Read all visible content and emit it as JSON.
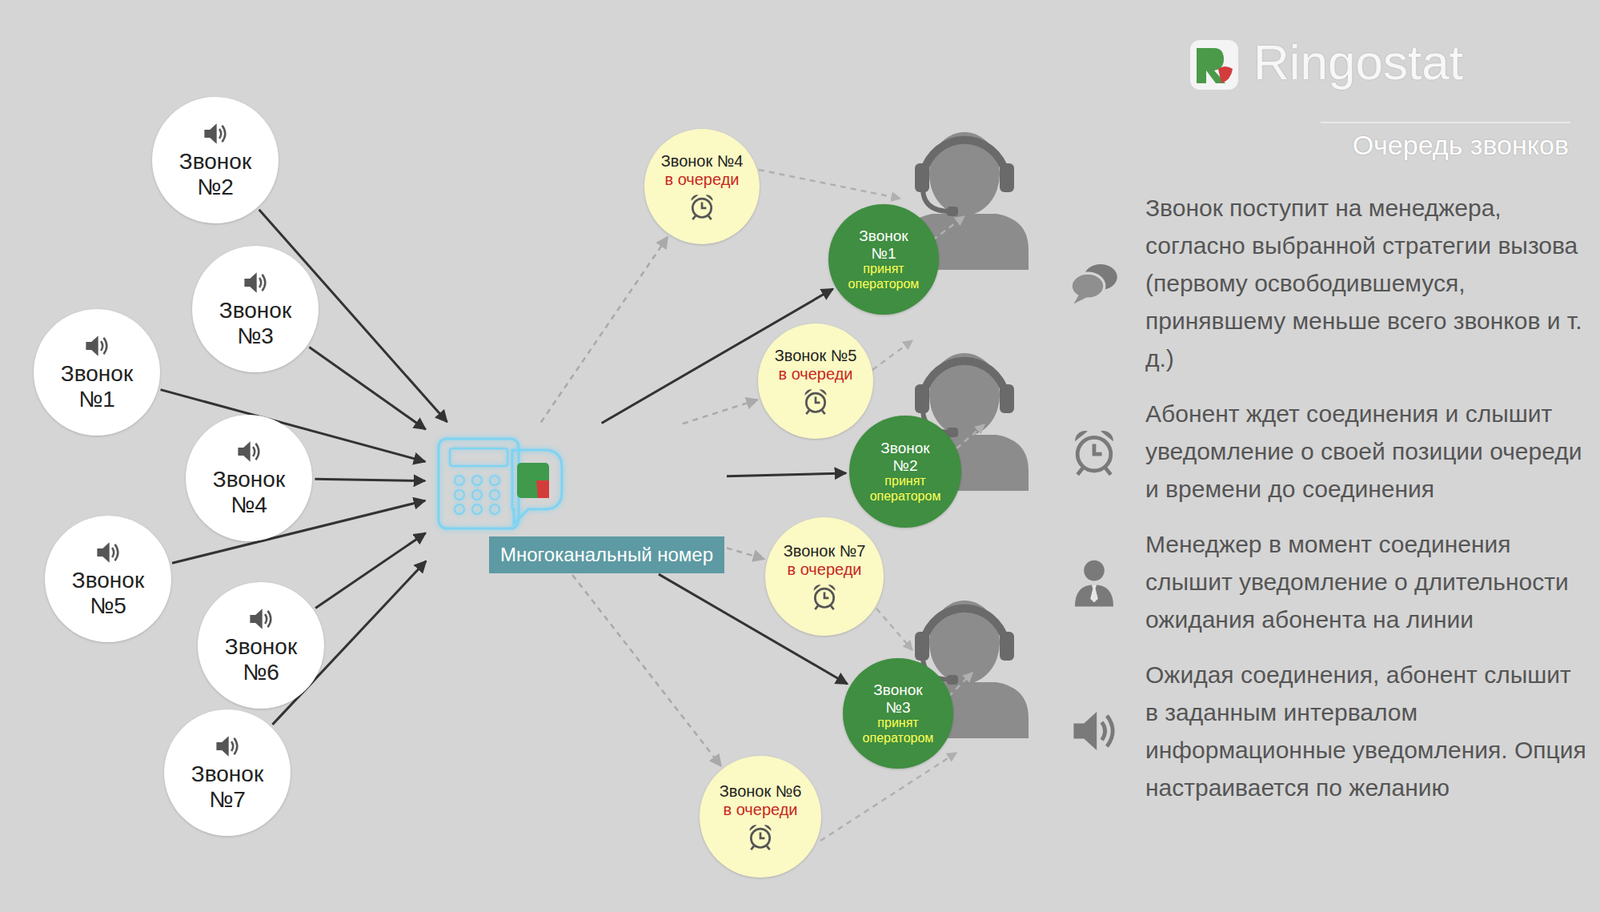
{
  "diagram": {
    "title": "Очередь звонков",
    "nodes": [
      {
        "text": [
          "Звонок №2"
        ]
      },
      {
        "text": [
          "Звонок №3"
        ]
      },
      {
        "text": [
          "Звонок №1"
        ]
      },
      {
        "text": [
          "Звонок №4"
        ]
      },
      {
        "text": [
          "Звонок №5"
        ]
      },
      {
        "text": [
          "Звонок №6"
        ]
      },
      {
        "text": [
          "Звонок №7"
        ]
      },
      {
        "text": [
          "Многоканальный номер"
        ]
      },
      {
        "text": [
          "Звонок №4",
          "в очереди"
        ]
      },
      {
        "text": [
          "Звонок №1",
          "принят оператором"
        ]
      },
      {
        "text": [
          "Звонок №5",
          "в очереди"
        ]
      },
      {
        "text": [
          "Звонок №2",
          "принят оператором"
        ]
      },
      {
        "text": [
          "Звонок №7",
          "в очереди"
        ]
      },
      {
        "text": [
          "Звонок №3",
          "принят оператором"
        ]
      },
      {
        "text": [
          "Звонок №6",
          "в очереди"
        ]
      }
    ],
    "edges": [
      {
        "from": 0,
        "to": 7,
        "arrow": "to"
      },
      {
        "from": 1,
        "to": 7,
        "arrow": "to"
      },
      {
        "from": 2,
        "to": 7,
        "arrow": "to"
      },
      {
        "from": 3,
        "to": 7,
        "arrow": "to"
      },
      {
        "from": 4,
        "to": 7,
        "arrow": "to"
      },
      {
        "from": 5,
        "to": 7,
        "arrow": "to"
      },
      {
        "from": 6,
        "to": 7,
        "arrow": "to"
      },
      {
        "from": 7,
        "to": 9,
        "arrow": "to"
      },
      {
        "from": 7,
        "to": 11,
        "arrow": "to"
      },
      {
        "from": 7,
        "to": 13,
        "arrow": "to"
      },
      {
        "from": 7,
        "to": 8,
        "arrow": "to"
      },
      {
        "from": 7,
        "to": 10,
        "arrow": "to"
      },
      {
        "from": 7,
        "to": 12,
        "arrow": "to"
      },
      {
        "from": 7,
        "to": 14,
        "arrow": "to"
      }
    ],
    "labels": [
      "Ringostat",
      "Звонок поступит на менеджера, согласно выбранной стратегии вызова (первому освободившемуся, принявшему меньше всего звонков и т. д.)",
      "Абонент ждет соединения и слышит уведомление о своей позиции очереди и времени до соединения",
      "Менеджер в момент соединения слышит уведомление о длительности ожидания абонента на линии",
      "Ожидая соединения, абонент слышит в заданным интервалом информационные уведомления. Опция настраивается по желанию"
    ]
  }
}
